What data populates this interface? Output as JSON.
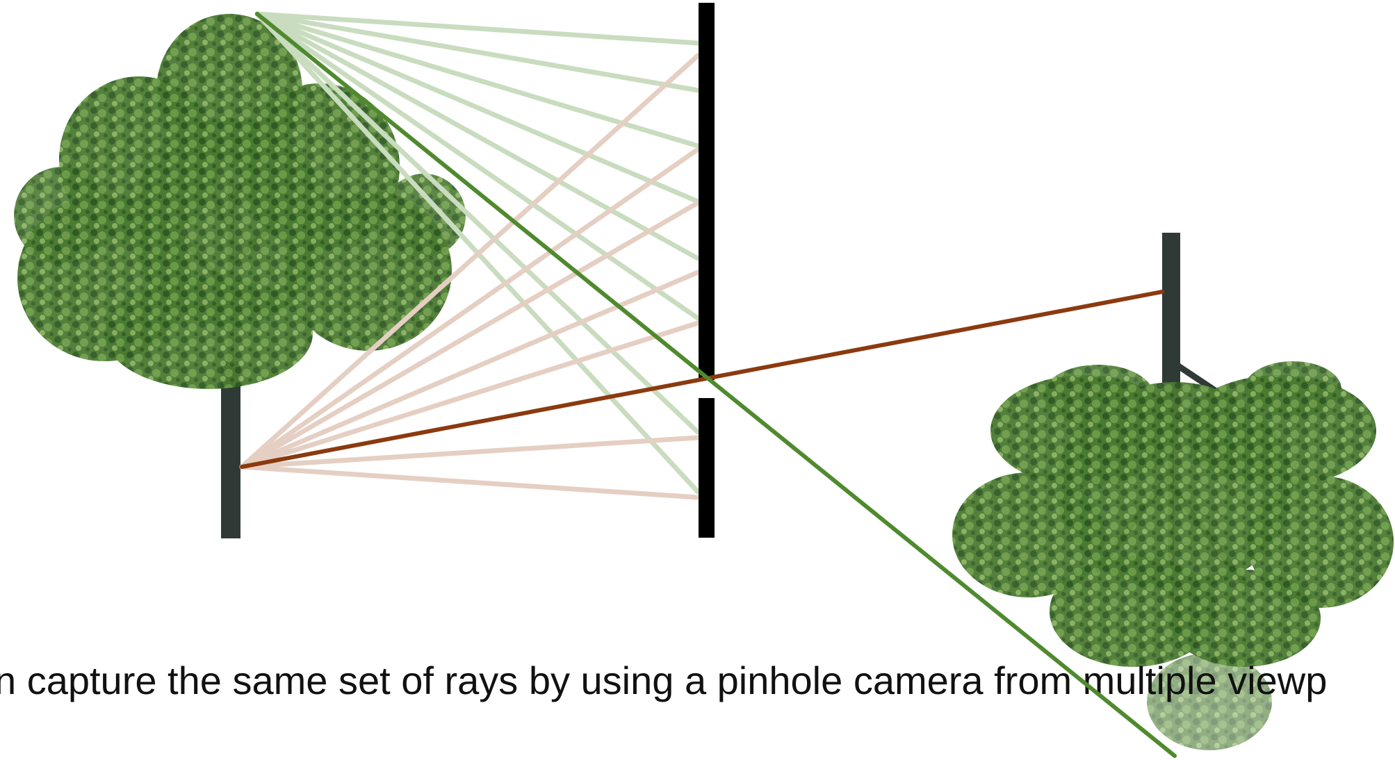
{
  "caption": "n capture the same set of rays by using a pinhole camera from multiple viewp",
  "colors": {
    "green_ray": "#4f8a2e",
    "brown_ray": "#8b3a0f",
    "faint_green": "#c9dcbf",
    "faint_brown": "#e5cfc3",
    "barrier": "#000000",
    "trunk": "#2f3a36",
    "foliage": "#3d6b2b"
  },
  "objects": {
    "object_tree": "upright tree",
    "barrier": "pinhole barrier",
    "image_tree": "inverted tree image"
  }
}
